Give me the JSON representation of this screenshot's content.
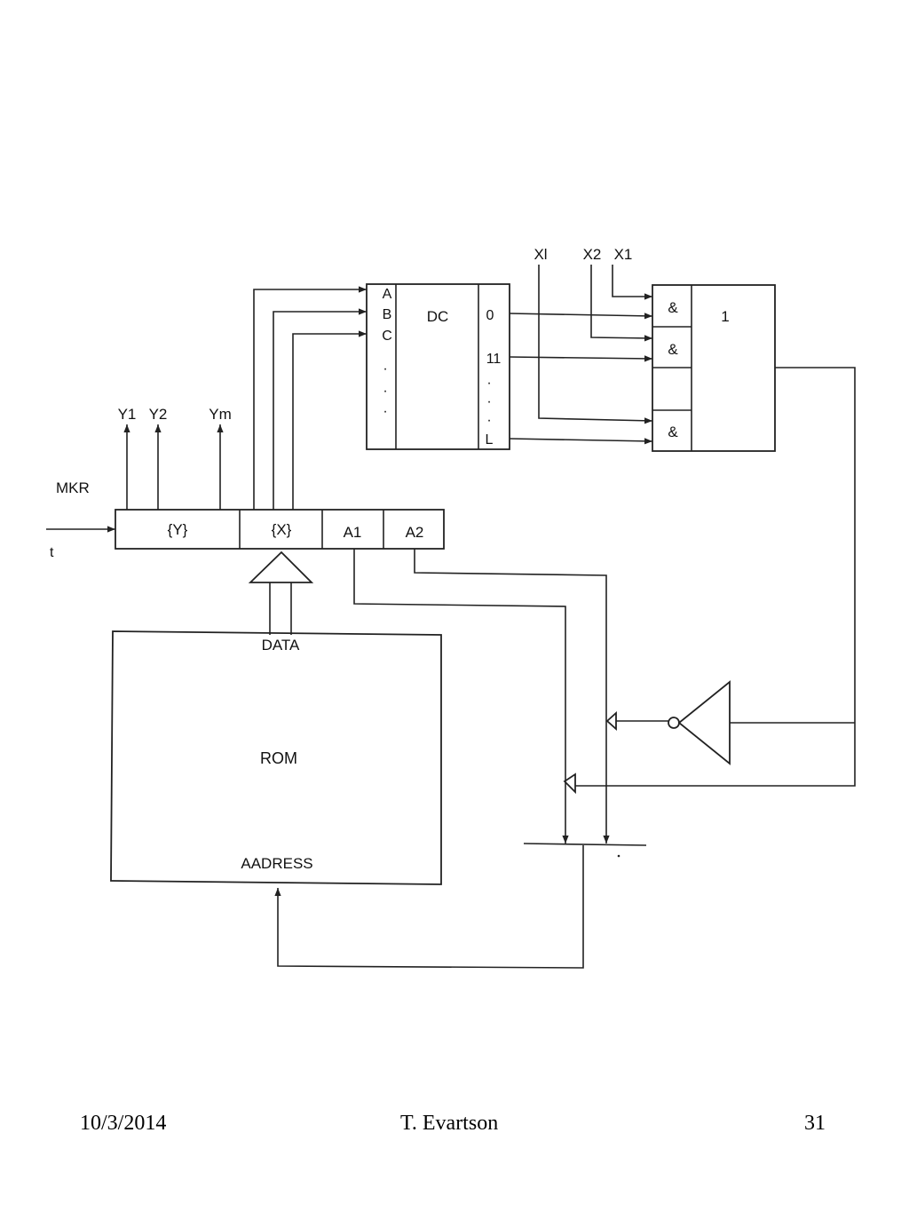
{
  "diagram": {
    "inputs": {
      "mkr": "MKR",
      "t": "t"
    },
    "outputs": {
      "y1": "Y1",
      "y2": "Y2",
      "ym": "Ym"
    },
    "conditions": {
      "xl": "Xl",
      "x2": "X2",
      "x1": "X1"
    },
    "register": {
      "y_field": "{Y}",
      "x_field": "{X}",
      "a1": "A1",
      "a2": "A2"
    },
    "decoder": {
      "label": "DC",
      "inputs": [
        "A",
        "B",
        "C",
        "·",
        "·",
        "·"
      ],
      "outputs": [
        "0",
        "11",
        "·",
        "·",
        "·",
        "L"
      ]
    },
    "logic": {
      "and1": "&",
      "and2": "&",
      "and3": "&",
      "or": "1"
    },
    "rom": {
      "data": "DATA",
      "label": "ROM",
      "address": "AADRESS"
    }
  },
  "footer": {
    "date": "10/3/2014",
    "author": "T. Evartson",
    "page": "31"
  }
}
